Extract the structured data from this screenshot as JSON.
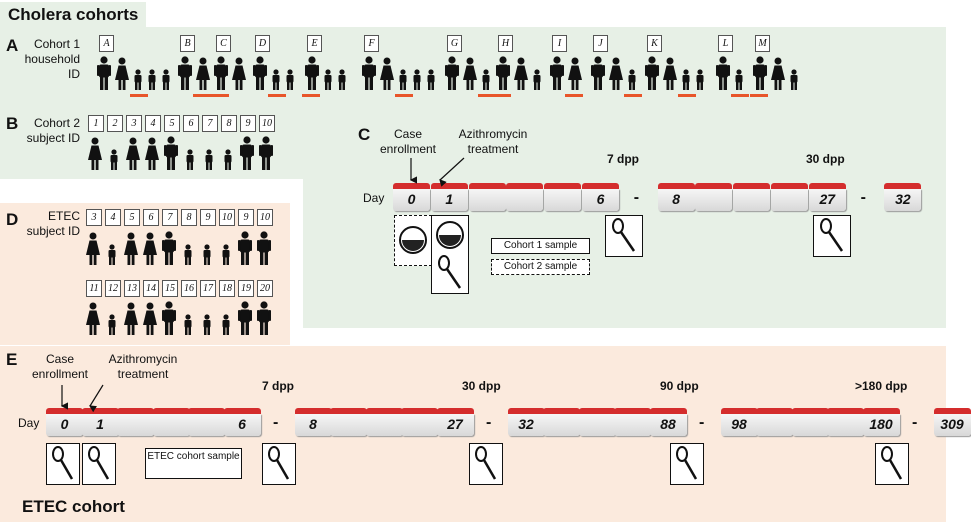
{
  "section_titles": {
    "cholera": "Cholera cohorts",
    "etec": "ETEC cohort"
  },
  "panel_letters": {
    "a": "A",
    "b": "B",
    "c": "C",
    "d": "D",
    "e": "E"
  },
  "panel_a": {
    "label": "Cohort 1 household ID",
    "households": [
      {
        "id": "A",
        "members": "MFccc",
        "underline": [
          2
        ]
      },
      {
        "id": "B",
        "members": "MF",
        "underline": [
          1
        ]
      },
      {
        "id": "C",
        "members": "MF",
        "underline": [
          0
        ]
      },
      {
        "id": "D",
        "members": "Mcc",
        "underline": [
          1
        ]
      },
      {
        "id": "E",
        "members": "Mcc",
        "underline": [
          0
        ]
      },
      {
        "id": "F",
        "members": "MFccc",
        "underline": [
          2
        ]
      },
      {
        "id": "G",
        "members": "MFc",
        "underline": [
          2
        ]
      },
      {
        "id": "H",
        "members": "MFc",
        "underline": [
          0
        ]
      },
      {
        "id": "I",
        "members": "MF",
        "underline": [
          1
        ]
      },
      {
        "id": "J",
        "members": "MFc",
        "underline": [
          2
        ]
      },
      {
        "id": "K",
        "members": "MFcc",
        "underline": [
          2
        ]
      },
      {
        "id": "L",
        "members": "Mc",
        "underline": [
          1
        ]
      },
      {
        "id": "M",
        "members": "MFc",
        "underline": [
          0
        ]
      }
    ]
  },
  "panel_b": {
    "label": "Cohort 2 subject ID",
    "subjects": [
      {
        "id": "1",
        "type": "F"
      },
      {
        "id": "2",
        "type": "c"
      },
      {
        "id": "3",
        "type": "F"
      },
      {
        "id": "4",
        "type": "F"
      },
      {
        "id": "5",
        "type": "M"
      },
      {
        "id": "6",
        "type": "c"
      },
      {
        "id": "7",
        "type": "c"
      },
      {
        "id": "8",
        "type": "c"
      },
      {
        "id": "9",
        "type": "M"
      },
      {
        "id": "10",
        "type": "M"
      }
    ]
  },
  "panel_c": {
    "annotations": {
      "enroll": "Case enrollment",
      "azithro": "Azithromycin treatment",
      "dpp7": "7 dpp",
      "dpp30": "30 dpp"
    },
    "day_label": "Day",
    "days": [
      "0",
      "1",
      "",
      "",
      "",
      "6",
      "-",
      "8",
      "",
      "",
      "",
      "27",
      "-",
      "32"
    ],
    "legend": {
      "cohort1": "Cohort 1 sample",
      "cohort2": "Cohort 2 sample"
    }
  },
  "panel_d": {
    "label": "ETEC subject ID",
    "row1": [
      {
        "id": "3",
        "type": "F"
      },
      {
        "id": "4",
        "type": "c"
      },
      {
        "id": "5",
        "type": "F"
      },
      {
        "id": "6",
        "type": "F"
      },
      {
        "id": "7",
        "type": "M"
      },
      {
        "id": "8",
        "type": "c"
      },
      {
        "id": "9",
        "type": "c"
      },
      {
        "id": "10",
        "type": "c"
      },
      {
        "id": "9",
        "type": "M"
      },
      {
        "id": "10",
        "type": "M"
      }
    ],
    "row2": [
      {
        "id": "11",
        "type": "F"
      },
      {
        "id": "12",
        "type": "c"
      },
      {
        "id": "13",
        "type": "F"
      },
      {
        "id": "14",
        "type": "F"
      },
      {
        "id": "15",
        "type": "M"
      },
      {
        "id": "16",
        "type": "c"
      },
      {
        "id": "17",
        "type": "c"
      },
      {
        "id": "18",
        "type": "c"
      },
      {
        "id": "19",
        "type": "M"
      },
      {
        "id": "20",
        "type": "M"
      }
    ]
  },
  "panel_e": {
    "annotations": {
      "enroll": "Case enrollment",
      "azithro": "Azithromycin treatment",
      "dpp7": "7 dpp",
      "dpp30": "30 dpp",
      "dpp90": "90 dpp",
      "dpp180": ">180 dpp"
    },
    "day_label": "Day",
    "days": [
      "0",
      "1",
      "",
      "",
      "",
      "6",
      "-",
      "8",
      "",
      "",
      "",
      "27",
      "-",
      "32",
      "",
      "",
      "",
      "88",
      "-",
      "98",
      "",
      "",
      "",
      "180",
      "-",
      "309"
    ],
    "legend": "ETEC cohort sample"
  },
  "colors": {
    "cholera_bg": "#e7f0e6",
    "etec_bg": "#fbeadd",
    "calendar_top": "#d42d2d",
    "underline": "#e8552a"
  }
}
